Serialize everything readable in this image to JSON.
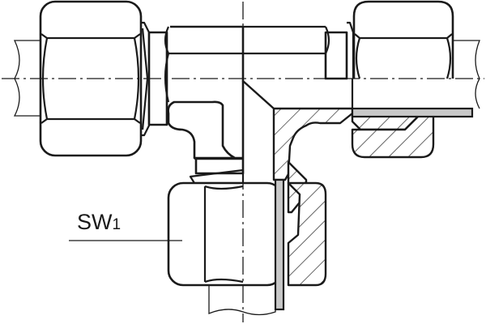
{
  "drawing": {
    "subject": "Tee fitting with compression nuts, half-section view",
    "label": {
      "main": "SW",
      "subscript": "1"
    },
    "colors": {
      "line": "#1a1a1a",
      "tube_section": "#c8c8c8",
      "background": "#ffffff"
    }
  }
}
